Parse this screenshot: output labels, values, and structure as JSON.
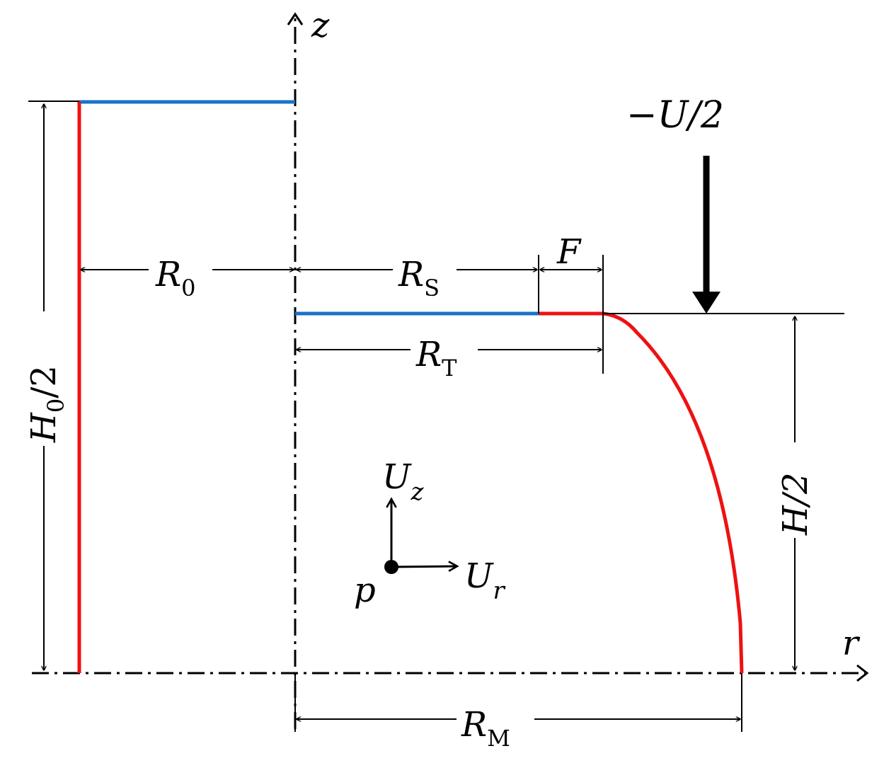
{
  "axes": {
    "z": "z",
    "r": "r"
  },
  "dimensions": {
    "R0": {
      "main": "R",
      "sub": "0"
    },
    "RS": {
      "main": "R",
      "sub": "S"
    },
    "RT": {
      "main": "R",
      "sub": "T"
    },
    "RM": {
      "main": "R",
      "sub": "M"
    },
    "F": "F",
    "H0_half": {
      "main": "H",
      "sub": "0",
      "tail": "/2"
    },
    "H_half": "H/2"
  },
  "load": "−U/2",
  "point": {
    "name": "p",
    "Uz": {
      "main": "U",
      "sub": "z"
    },
    "Ur": {
      "main": "U",
      "sub": "r"
    }
  },
  "colors": {
    "red": "#ee1111",
    "blue": "#1a73c8",
    "black": "#000000"
  }
}
